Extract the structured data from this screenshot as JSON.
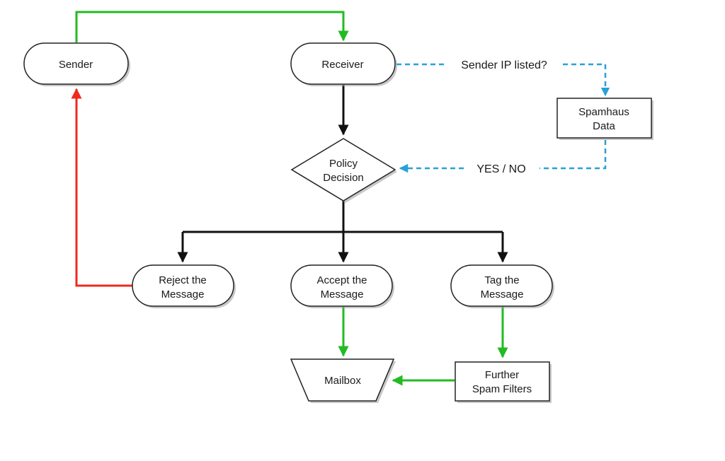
{
  "colors": {
    "green": "#22bb22",
    "red": "#ee2a1e",
    "black": "#111111",
    "blue_dashed": "#2a9fd8",
    "node_fill": "#ffffff",
    "node_stroke": "#222222",
    "shadow": "#9a9a9a"
  },
  "nodes": {
    "sender": {
      "label": "Sender"
    },
    "receiver": {
      "label": "Receiver"
    },
    "spamhaus": {
      "line1": "Spamhaus",
      "line2": "Data"
    },
    "policy": {
      "line1": "Policy",
      "line2": "Decision"
    },
    "reject": {
      "line1": "Reject the",
      "line2": "Message"
    },
    "accept": {
      "line1": "Accept the",
      "line2": "Message"
    },
    "tag": {
      "line1": "Tag the",
      "line2": "Message"
    },
    "mailbox": {
      "label": "Mailbox"
    },
    "further": {
      "line1": "Further",
      "line2": "Spam Filters"
    }
  },
  "edges": {
    "ip_query": "Sender IP listed?",
    "answer": "YES / NO"
  }
}
